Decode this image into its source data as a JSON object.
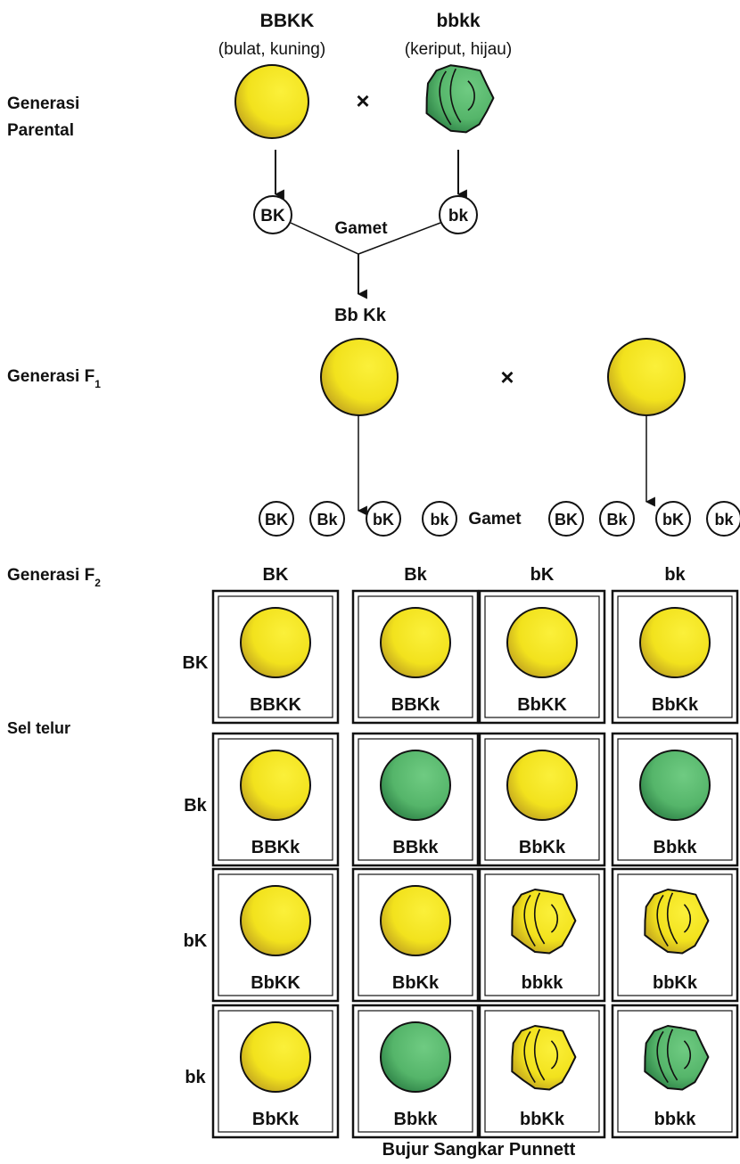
{
  "parents": {
    "left": {
      "genotype": "BBKK",
      "phenotype": "(bulat, kuning)",
      "seed": "round-yellow",
      "gamete": "BK"
    },
    "right": {
      "genotype": "bbkk",
      "phenotype": "(keriput, hijau)",
      "seed": "wrinkled-green",
      "gamete": "bk"
    },
    "cross_symbol": "×"
  },
  "generation_labels": {
    "parental_line1": "Generasi",
    "parental_line2": "Parental",
    "f1": "Generasi F",
    "f1_sub": "1",
    "f2": "Generasi F",
    "f2_sub": "2"
  },
  "gamete_label": "Gamet",
  "f1": {
    "genotype": "Bb Kk",
    "seed": "round-yellow",
    "cross_symbol": "×"
  },
  "f1_gametes": {
    "left": [
      "BK",
      "Bk",
      "bK",
      "bk"
    ],
    "label": "Gamet",
    "right": [
      "BK",
      "Bk",
      "bK",
      "bk"
    ]
  },
  "punnett": {
    "column_headers": [
      "BK",
      "Bk",
      "bK",
      "bk"
    ],
    "row_headers": [
      "BK",
      "Bk",
      "bK",
      "bk"
    ],
    "side_label": "Sel telur",
    "cells": [
      [
        {
          "genotype": "BBKK",
          "seed": "round-yellow"
        },
        {
          "genotype": "BBKk",
          "seed": "round-yellow"
        },
        {
          "genotype": "BbKK",
          "seed": "round-yellow"
        },
        {
          "genotype": "BbKk",
          "seed": "round-yellow"
        }
      ],
      [
        {
          "genotype": "BBKk",
          "seed": "round-yellow"
        },
        {
          "genotype": "BBkk",
          "seed": "round-green"
        },
        {
          "genotype": "BbKk",
          "seed": "round-yellow"
        },
        {
          "genotype": "Bbkk",
          "seed": "round-green"
        }
      ],
      [
        {
          "genotype": "BbKK",
          "seed": "round-yellow"
        },
        {
          "genotype": "BbKk",
          "seed": "round-yellow"
        },
        {
          "genotype": "bbkk",
          "seed": "wrinkled-yellow"
        },
        {
          "genotype": "bbKk",
          "seed": "wrinkled-yellow"
        }
      ],
      [
        {
          "genotype": "BbKk",
          "seed": "round-yellow"
        },
        {
          "genotype": "Bbkk",
          "seed": "round-green"
        },
        {
          "genotype": "bbKk",
          "seed": "wrinkled-yellow"
        },
        {
          "genotype": "bbkk",
          "seed": "wrinkled-green"
        }
      ]
    ],
    "caption": "Bujur Sangkar Punnett"
  },
  "colors": {
    "yellow": "#f5e51c",
    "yellow_shade": "#c9ab22",
    "green": "#59b86e",
    "green_shade": "#2f8a4a",
    "outline": "#111111"
  }
}
